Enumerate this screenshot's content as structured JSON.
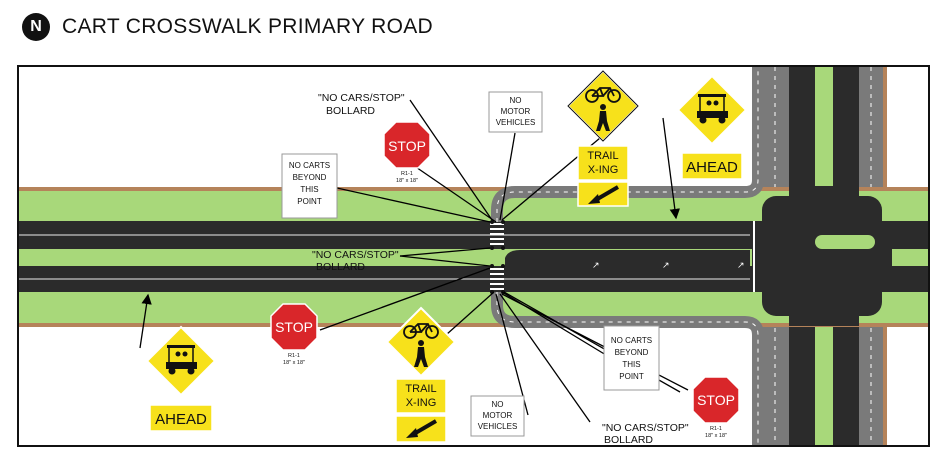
{
  "header": {
    "north_badge": "N",
    "title": "CART CROSSWALK PRIMARY ROAD"
  },
  "labels": {
    "bollard_top": [
      "\"NO CARS/STOP\"",
      "BOLLARD"
    ],
    "bollard_mid": [
      "\"NO CARS/STOP\"",
      "BOLLARD"
    ],
    "bollard_bottom": [
      "\"NO CARS/STOP\"",
      "BOLLARD"
    ]
  },
  "signs": {
    "stop_text": "STOP",
    "stop_code": "R1-1",
    "stop_size": "18\" x 18\"",
    "no_motor": [
      "NO",
      "MOTOR",
      "VEHICLES"
    ],
    "no_carts": [
      "NO CARTS",
      "BEYOND",
      "THIS",
      "POINT"
    ],
    "trail_xing": [
      "TRAIL",
      "X-ING"
    ],
    "ahead": "AHEAD"
  },
  "colors": {
    "asphalt": "#2b2b2b",
    "grass": "#a8d87a",
    "curb": "#b5835a",
    "cart_path": "#7a7a7a",
    "sign_yellow": "#f7e11b",
    "stop_red": "#d9262a"
  }
}
